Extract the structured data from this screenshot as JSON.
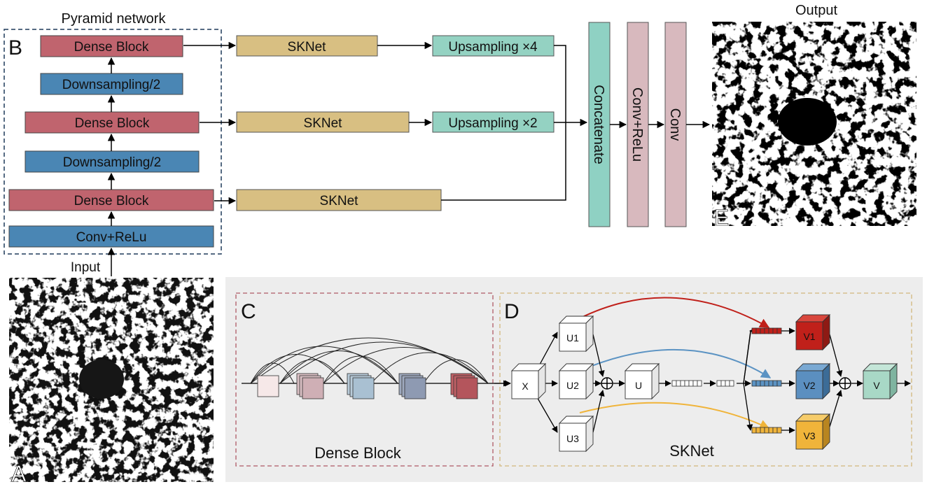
{
  "pyramid": {
    "title": "Pyramid network",
    "panel_letter": "B",
    "blocks": {
      "dense_top": "Dense Block",
      "down_top": "Downsampling/2",
      "dense_mid": "Dense Block",
      "down_bottom": "Downsampling/2",
      "dense_bottom": "Dense Block",
      "conv_relu": "Conv+ReLu"
    },
    "input_label": "Input"
  },
  "branches": {
    "sknet_top": "SKNet",
    "sknet_mid": "SKNet",
    "sknet_bottom": "SKNet",
    "upsampling_top": "Upsampling ×4",
    "upsampling_mid": "Upsampling ×2"
  },
  "fusion": {
    "concatenate": "Concatenate",
    "conv_relu": "Conv+ReLu",
    "conv": "Conv"
  },
  "images": {
    "input_letter": "A",
    "output_title": "Output",
    "output_letter": "E"
  },
  "dense_block_detail": {
    "panel_letter": "C",
    "caption": "Dense Block"
  },
  "sknet_detail": {
    "panel_letter": "D",
    "caption": "SKNet",
    "nodes": {
      "x": "X",
      "u1": "U1",
      "u2": "U2",
      "u3": "U3",
      "u": "U",
      "v1": "V1",
      "v2": "V2",
      "v3": "V3",
      "v": "V"
    }
  },
  "colors": {
    "dense": "#C0646E",
    "downsample": "#4A86B4",
    "sknet": "#D8BF82",
    "upsample": "#94D2C2",
    "concatenate": "#8FD1C3",
    "conv": "#D8B9BE",
    "red_path": "#C0201A",
    "blue_path": "#5B93C3",
    "yellow_path": "#F0B43A"
  }
}
